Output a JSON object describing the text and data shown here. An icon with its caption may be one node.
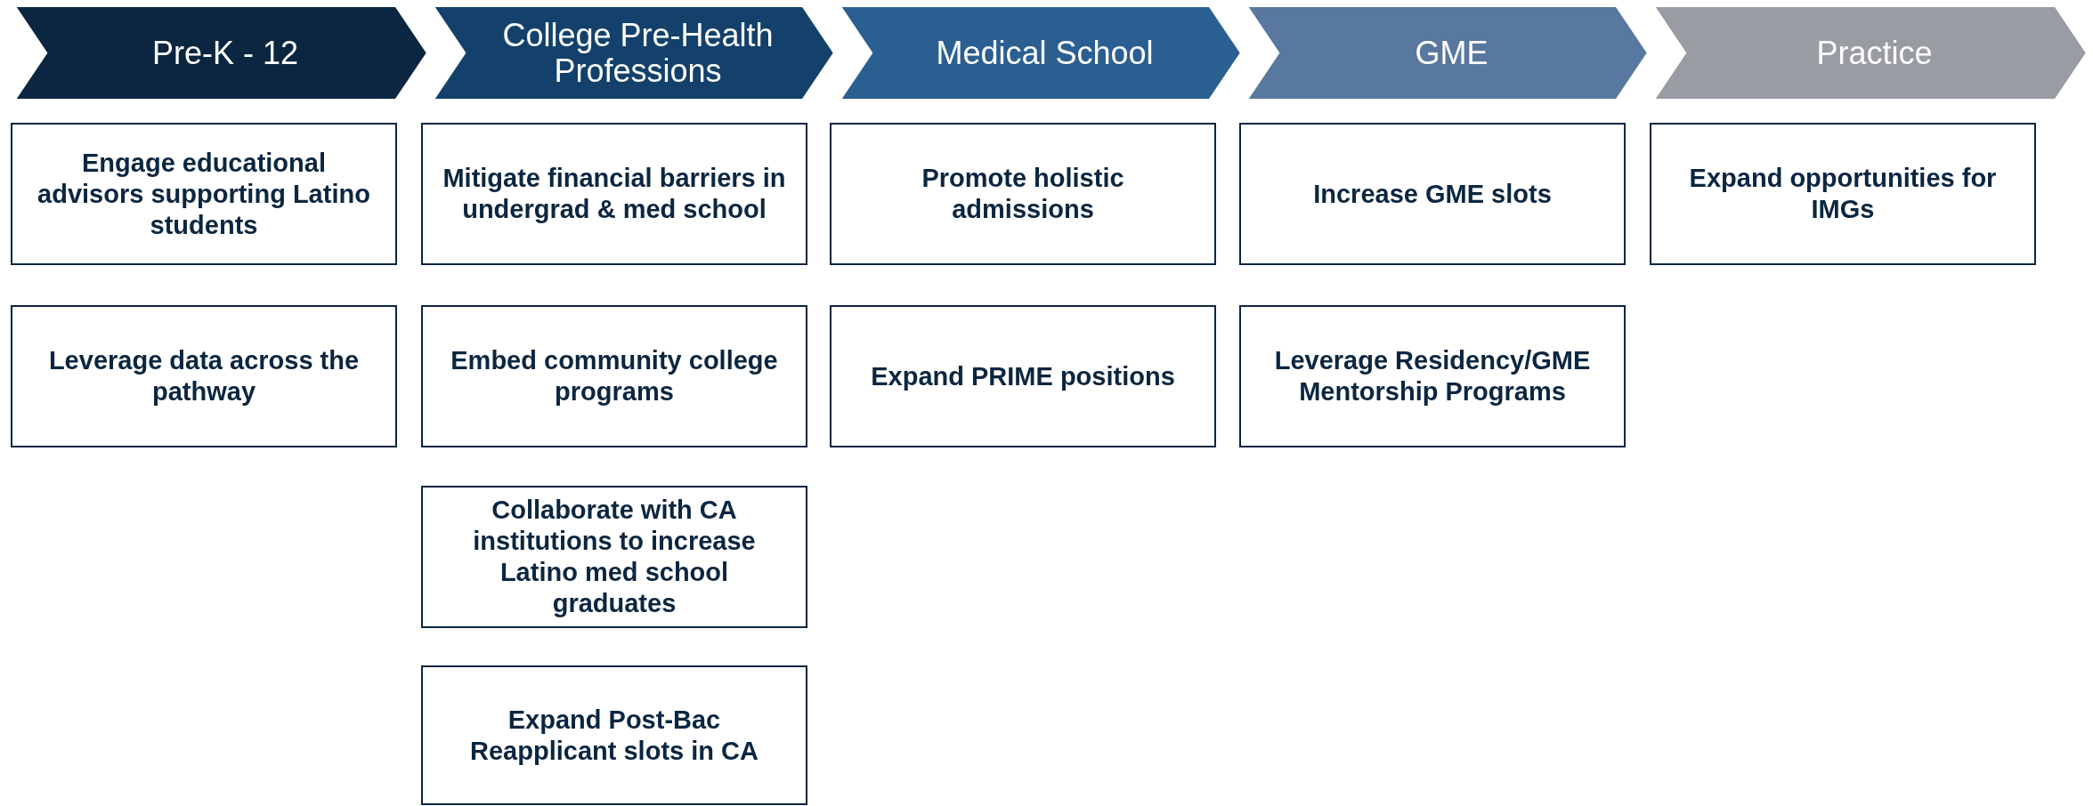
{
  "diagram": {
    "nodes": [
      {
        "text": [
          "Pre-K - 12"
        ]
      },
      {
        "text": [
          "College Pre-Health Professions"
        ]
      },
      {
        "text": [
          "Medical School"
        ]
      },
      {
        "text": [
          "GME"
        ]
      },
      {
        "text": [
          "Practice"
        ]
      },
      {
        "text": [
          "Engage educational advisors supporting Latino students"
        ]
      },
      {
        "text": [
          "Leverage data across the pathway"
        ]
      },
      {
        "text": [
          "Mitigate financial barriers in undergrad & med school"
        ]
      },
      {
        "text": [
          "Embed community college programs"
        ]
      },
      {
        "text": [
          "Collaborate with CA institutions to increase Latino med school graduates"
        ]
      },
      {
        "text": [
          "Expand Post-Bac Reapplicant slots in CA"
        ]
      },
      {
        "text": [
          "Promote holistic admissions"
        ]
      },
      {
        "text": [
          "Expand PRIME positions"
        ]
      },
      {
        "text": [
          "Increase GME slots"
        ]
      },
      {
        "text": [
          "Leverage Residency/GME Mentorship Programs"
        ]
      },
      {
        "text": [
          "Expand opportunities for IMGs"
        ]
      }
    ],
    "edges": []
  }
}
